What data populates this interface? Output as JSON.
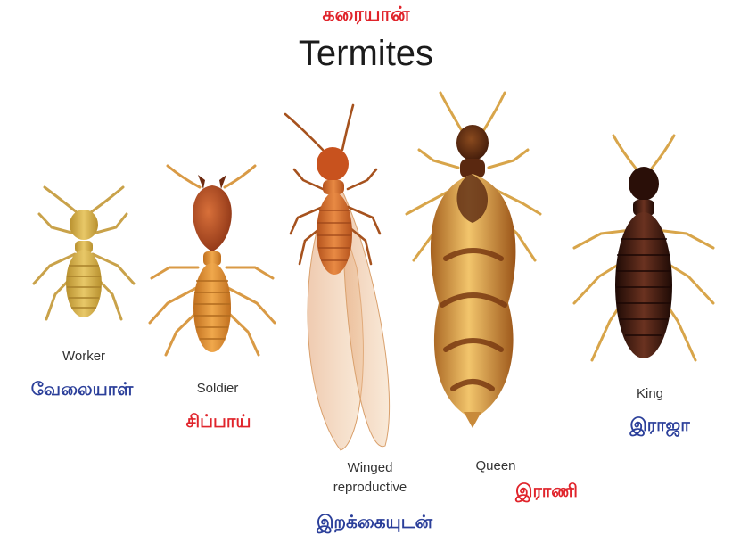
{
  "title_tamil": "கரையான்",
  "title": "Termites",
  "castes": {
    "worker": {
      "label": "Worker",
      "label_tamil": "வேலையாள்"
    },
    "soldier": {
      "label": "Soldier",
      "label_tamil": "சிப்பாய்"
    },
    "winged": {
      "label_line1": "Winged",
      "label_line2": "reproductive",
      "label_tamil": "இறக்கையுடன்"
    },
    "queen": {
      "label": "Queen",
      "label_tamil": "இராணி"
    },
    "king": {
      "label": "King",
      "label_tamil": "இராஜா"
    }
  },
  "colors": {
    "tamil_blue": "#2b3f9a",
    "tamil_red": "#e0242b",
    "worker_body": "#d9b24a",
    "soldier_body": "#d68a33",
    "winged_body": "#c8652a",
    "queen_body": "#c98a3a",
    "king_body": "#3a1a10"
  }
}
